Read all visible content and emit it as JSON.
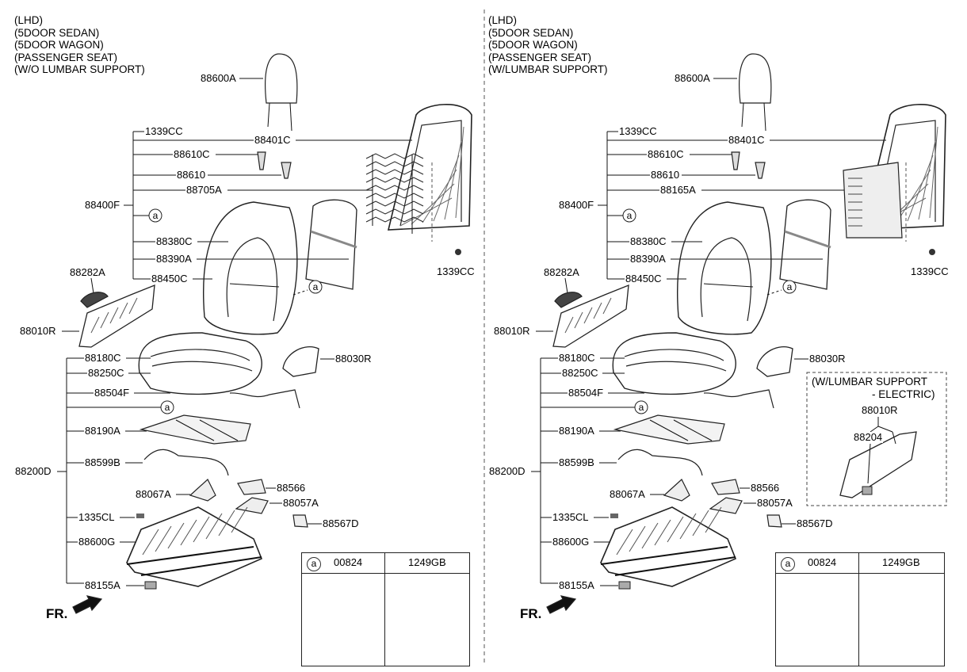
{
  "panels": [
    {
      "header": [
        "(LHD)",
        "(5DOOR SEDAN)",
        "(5DOOR WAGON)",
        "(PASSENGER SEAT)",
        "(W/O LUMBAR SUPPORT)"
      ],
      "labels": {
        "headrest": "88600A",
        "bolt_top": "1339CC",
        "back_frame": "88401C",
        "guide_lock": "88610C",
        "guide": "88610",
        "lumbar": "88705A",
        "back_assy": "88400F",
        "ref_a": "a",
        "back_cover": "88380C",
        "back_pad": "88390A",
        "back_board": "88450C",
        "knob": "88282A",
        "shield": "88010R",
        "bolt_right": "1339CC",
        "cush_cover": "88180C",
        "cush_pad": "88250C",
        "harness": "88504F",
        "ref_a2": "a",
        "side_cover": "88030R",
        "cush_board": "88190A",
        "wire": "88599B",
        "cush_assy": "88200D",
        "bracket1": "88067A",
        "bracket2": "88566",
        "bracket3": "88057A",
        "clip": "1335CL",
        "bracket4": "88567D",
        "track": "88600G",
        "cap": "88155A",
        "ref_a3": "a"
      },
      "fr": "FR.",
      "table": {
        "ref": "a",
        "col1": "00824",
        "col2": "1249GB"
      }
    },
    {
      "header": [
        "(LHD)",
        "(5DOOR SEDAN)",
        "(5DOOR WAGON)",
        "(PASSENGER SEAT)",
        "(W/LUMBAR SUPPORT)"
      ],
      "labels": {
        "headrest": "88600A",
        "bolt_top": "1339CC",
        "back_frame": "88401C",
        "guide_lock": "88610C",
        "guide": "88610",
        "lumbar": "88165A",
        "back_assy": "88400F",
        "ref_a": "a",
        "back_cover": "88380C",
        "back_pad": "88390A",
        "back_board": "88450C",
        "knob": "88282A",
        "shield": "88010R",
        "bolt_right": "1339CC",
        "cush_cover": "88180C",
        "cush_pad": "88250C",
        "harness": "88504F",
        "ref_a2": "a",
        "side_cover": "88030R",
        "cush_board": "88190A",
        "wire": "88599B",
        "cush_assy": "88200D",
        "bracket1": "88067A",
        "bracket2": "88566",
        "bracket3": "88057A",
        "clip": "1335CL",
        "bracket4": "88567D",
        "track": "88600G",
        "cap": "88155A",
        "ref_a3": "a"
      },
      "inset": {
        "title1": "(W/LUMBAR SUPPORT",
        "title2": "- ELECTRIC)",
        "label1": "88010R",
        "label2": "88204"
      },
      "fr": "FR.",
      "table": {
        "ref": "a",
        "col1": "00824",
        "col2": "1249GB"
      }
    }
  ]
}
